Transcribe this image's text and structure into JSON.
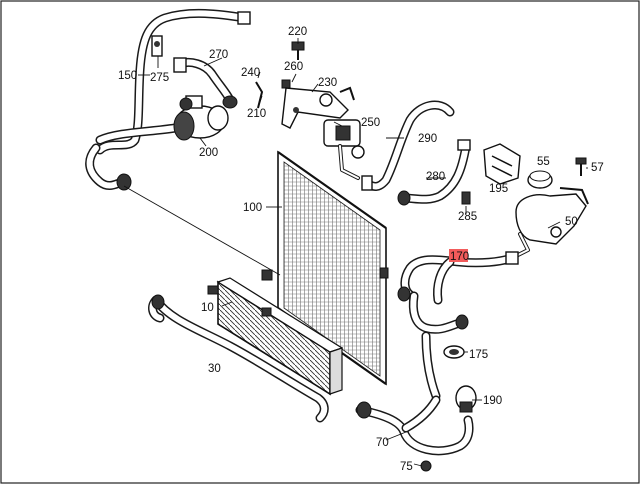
{
  "callouts": {
    "c10": "10",
    "c30": "30",
    "c50": "50",
    "c55": "55",
    "c57": "57",
    "c70": "70",
    "c75": "75",
    "c100": "100",
    "c150": "150",
    "c170": "170",
    "c175": "175",
    "c195": "195",
    "c200": "200",
    "c210": "210",
    "c220": "220",
    "c230": "230",
    "c240": "240",
    "c250": "250",
    "c260": "260",
    "c270": "270",
    "c275": "275",
    "c280": "280",
    "c285": "285",
    "c290": "290"
  },
  "highlight": {
    "callout": "170",
    "color": "#f25b5b"
  }
}
